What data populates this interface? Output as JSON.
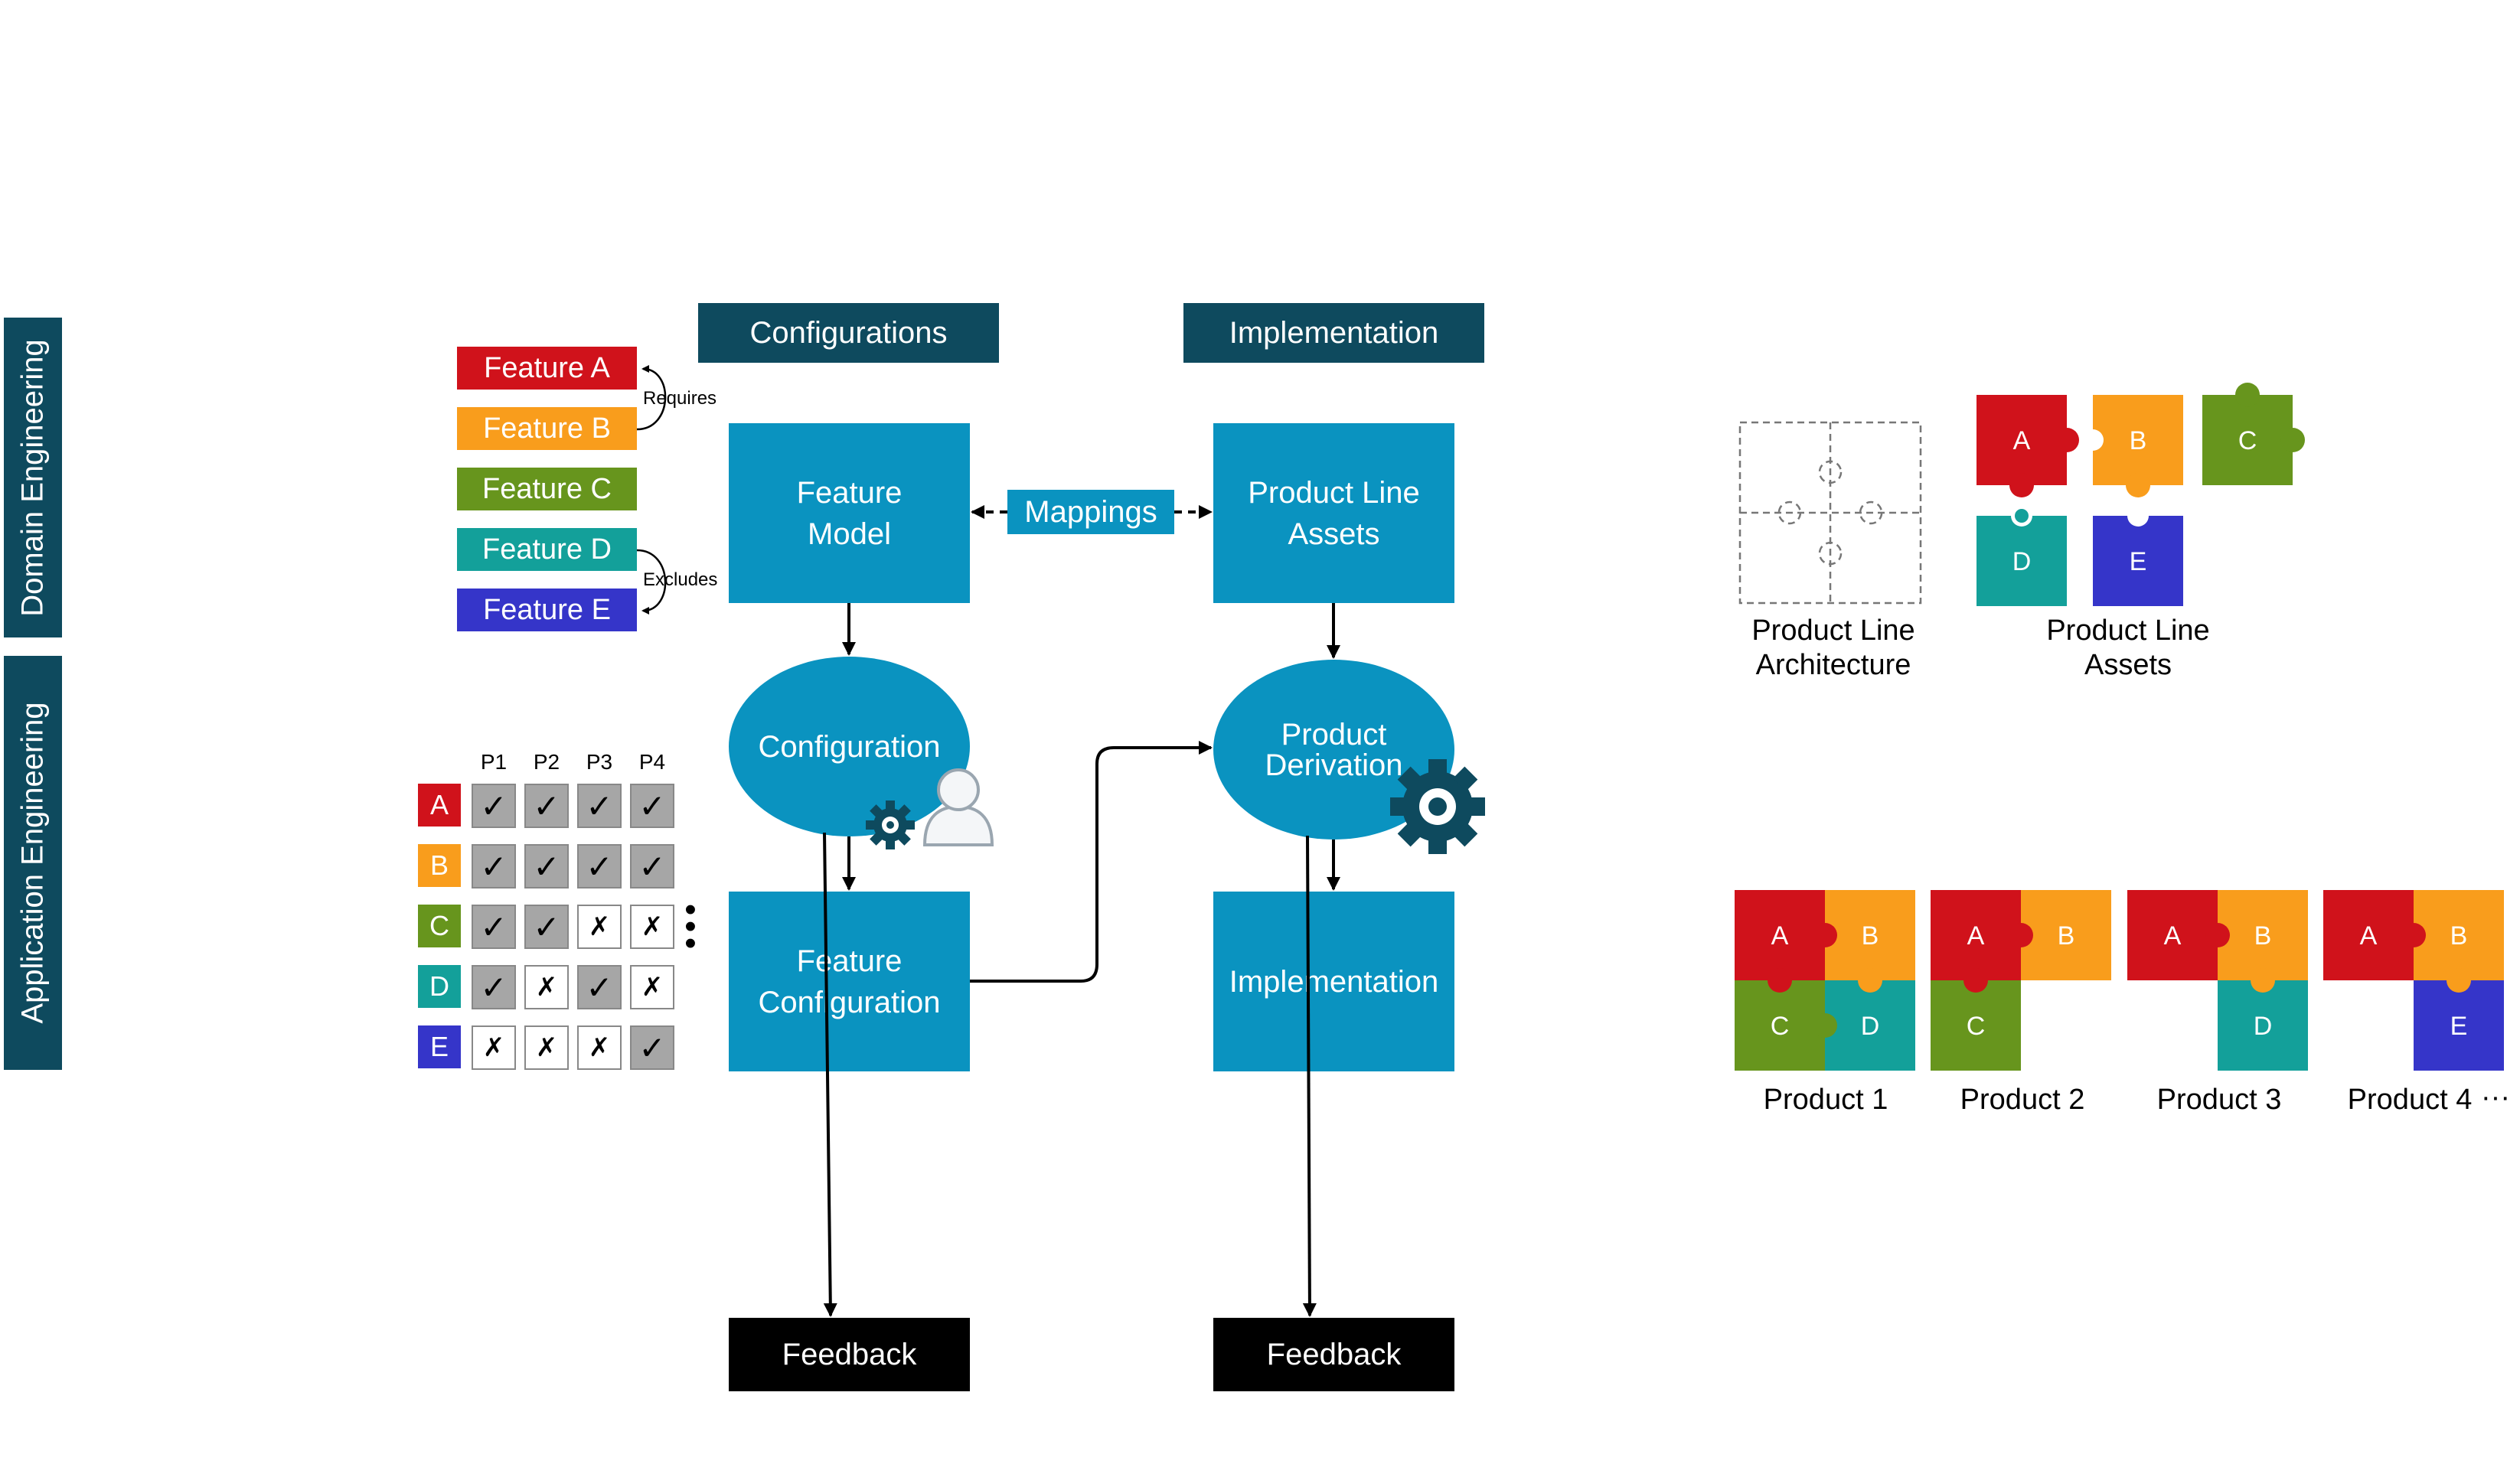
{
  "lanes": {
    "domain": "Domain Engineering",
    "application": "Application Engineering"
  },
  "headers": {
    "configurations": "Configurations",
    "implementation": "Implementation"
  },
  "features": [
    {
      "label": "Feature A",
      "color": "#d0121b"
    },
    {
      "label": "Feature B",
      "color": "#f99d1c"
    },
    {
      "label": "Feature C",
      "color": "#67951d"
    },
    {
      "label": "Feature D",
      "color": "#13a09a"
    },
    {
      "label": "Feature E",
      "color": "#3535c9"
    }
  ],
  "relations": {
    "requires": "Requires",
    "excludes": "Excludes"
  },
  "boxes": {
    "feature_model": "Feature Model",
    "mappings": "Mappings",
    "product_line_assets": "Product Line Assets",
    "configuration": "Configuration",
    "product_derivation": "Product Derivation",
    "feature_configuration": "Feature Configuration",
    "implementation": "Implementation",
    "feedback_left": "Feedback",
    "feedback_right": "Feedback"
  },
  "matrix": {
    "columns": [
      "P1",
      "P2",
      "P3",
      "P4"
    ],
    "rows": [
      {
        "label": "A",
        "color": "#d0121b",
        "cells": [
          true,
          true,
          true,
          true
        ]
      },
      {
        "label": "B",
        "color": "#f99d1c",
        "cells": [
          true,
          true,
          true,
          true
        ]
      },
      {
        "label": "C",
        "color": "#67951d",
        "cells": [
          true,
          true,
          false,
          false
        ]
      },
      {
        "label": "D",
        "color": "#13a09a",
        "cells": [
          true,
          false,
          true,
          false
        ]
      },
      {
        "label": "E",
        "color": "#3535c9",
        "cells": [
          false,
          false,
          false,
          true
        ]
      }
    ],
    "check_glyph": "✓",
    "cross_glyph": "✗"
  },
  "puzzle": {
    "architecture_caption_1": "Product Line",
    "architecture_caption_2": "Architecture",
    "assets_caption_1": "Product Line",
    "assets_caption_2": "Assets",
    "pieces": [
      "A",
      "B",
      "C",
      "D",
      "E"
    ],
    "products": [
      {
        "caption": "Product 1",
        "pieces": [
          "A",
          "B",
          "C",
          "D"
        ]
      },
      {
        "caption": "Product 2",
        "pieces": [
          "A",
          "B",
          "C"
        ]
      },
      {
        "caption": "Product 3",
        "pieces": [
          "A",
          "B",
          "D"
        ]
      },
      {
        "caption": "Product 4",
        "pieces": [
          "A",
          "B",
          "E"
        ]
      }
    ],
    "more": "···"
  },
  "icons": {
    "user": "user-icon",
    "gear_small": "gear-icon",
    "gear_large": "gear-icon"
  }
}
